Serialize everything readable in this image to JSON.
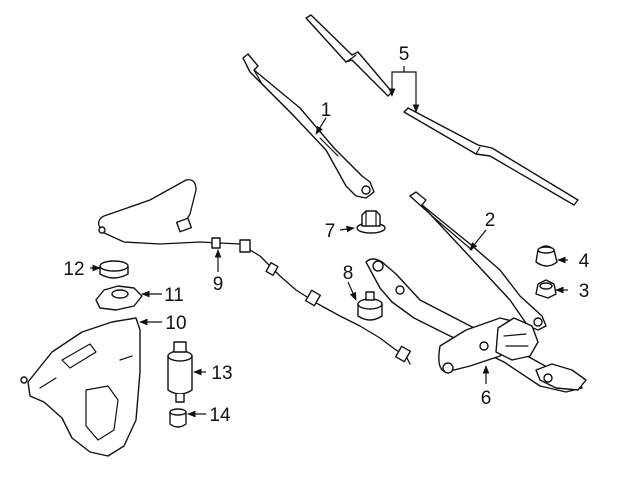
{
  "callouts": [
    {
      "id": "c1",
      "label": "1"
    },
    {
      "id": "c2",
      "label": "2"
    },
    {
      "id": "c3",
      "label": "3"
    },
    {
      "id": "c4",
      "label": "4"
    },
    {
      "id": "c5",
      "label": "5"
    },
    {
      "id": "c6",
      "label": "6"
    },
    {
      "id": "c7",
      "label": "7"
    },
    {
      "id": "c8",
      "label": "8"
    },
    {
      "id": "c9",
      "label": "9"
    },
    {
      "id": "c10",
      "label": "10"
    },
    {
      "id": "c11",
      "label": "11"
    },
    {
      "id": "c12",
      "label": "12"
    },
    {
      "id": "c13",
      "label": "13"
    },
    {
      "id": "c14",
      "label": "14"
    }
  ]
}
